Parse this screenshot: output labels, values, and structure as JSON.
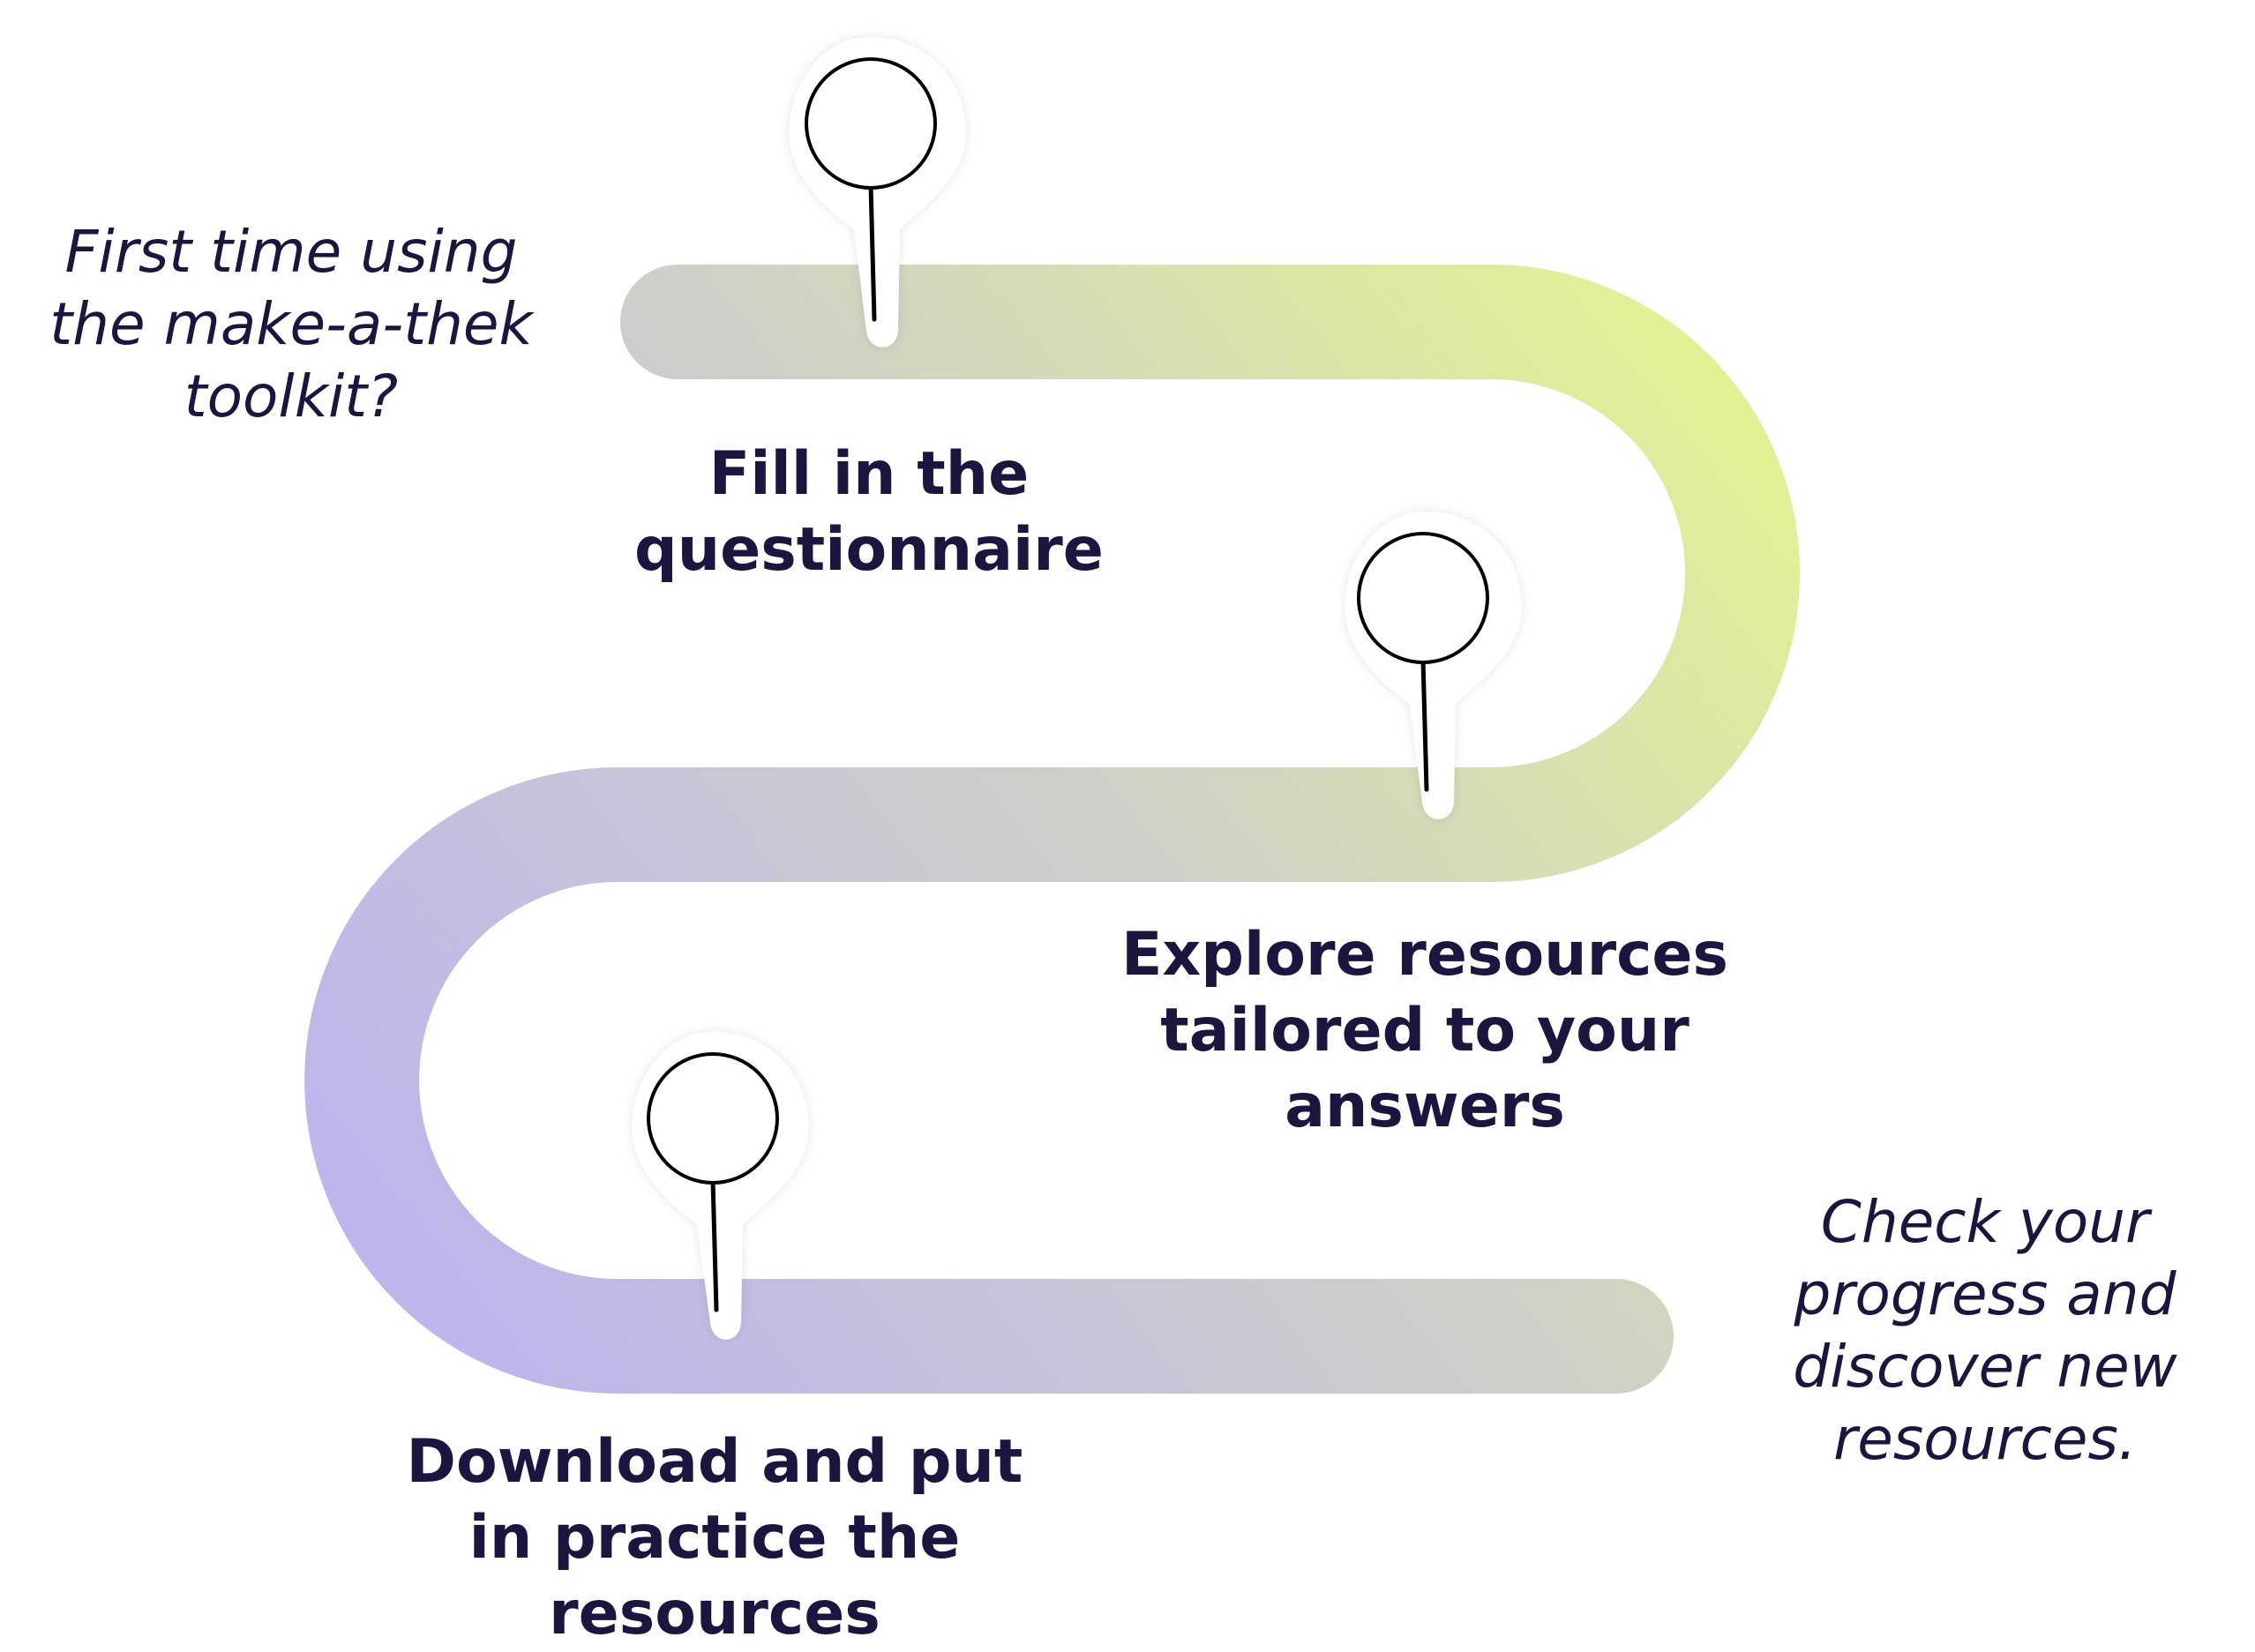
{
  "intro_text": "First time using the make-a-thek toolkit?",
  "steps": [
    {
      "label": "Fill in the questionnaire"
    },
    {
      "label": "Explore resources tailored to your answers"
    },
    {
      "label": "Download and put in practice the resources"
    }
  ],
  "outro_text": "Check your progress and discover new resources.",
  "colors": {
    "path_start": "#e3f58f",
    "path_middle": "#cdd0c8",
    "path_end": "#bdb6ec",
    "text": "#1d1440",
    "pin_stroke": "#000000",
    "pin_halo": "#ffffff"
  },
  "icons": [
    "map-pin-icon",
    "map-pin-icon",
    "map-pin-icon"
  ]
}
